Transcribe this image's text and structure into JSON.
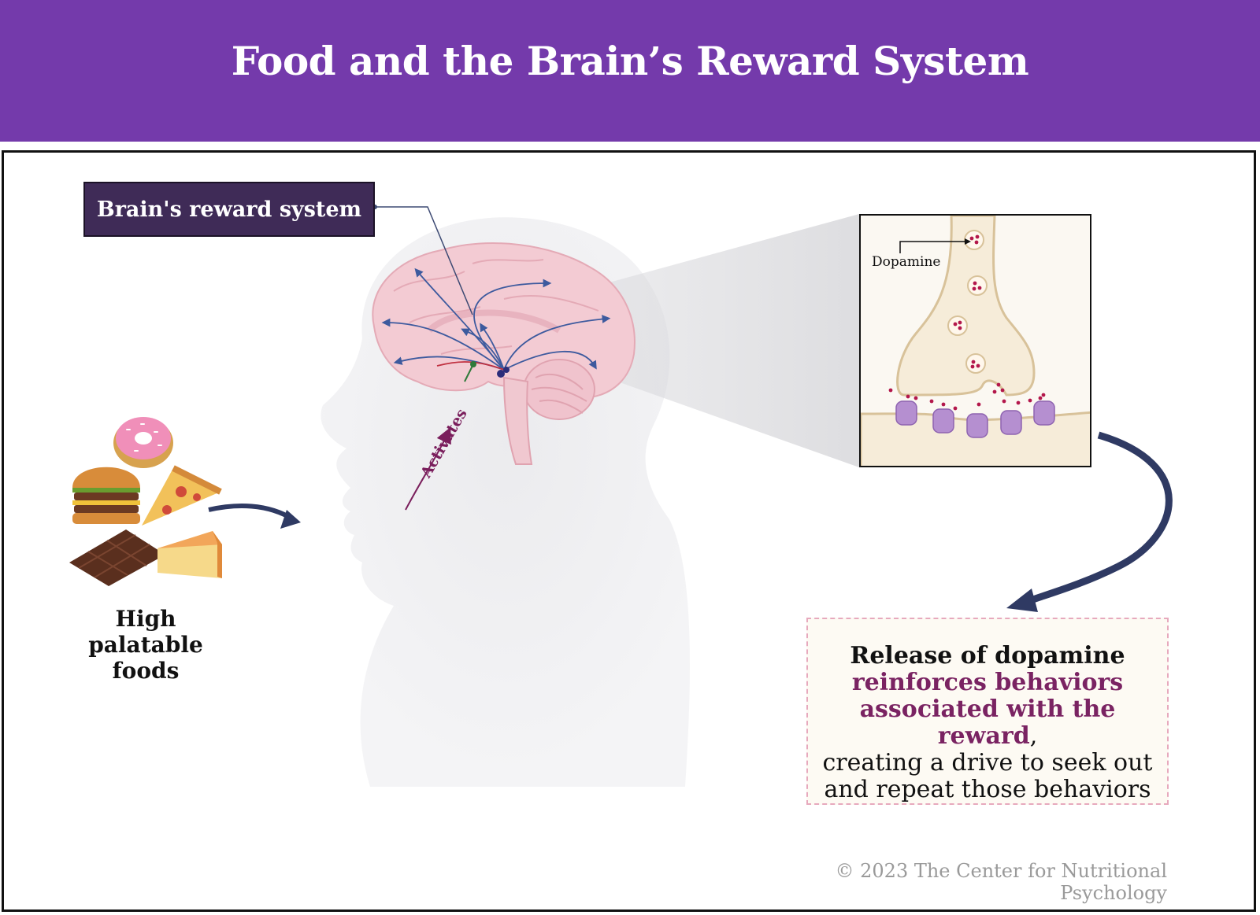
{
  "header": {
    "title": "Food and the Brain’s Reward System"
  },
  "brain_label": "Brain's reward system",
  "food": {
    "label_line1": "High palatable",
    "label_line2": "foods"
  },
  "activates_label": "Activates",
  "zoom": {
    "dopamine_label": "Dopamine"
  },
  "result": {
    "line1": "Release of dopamine",
    "highlight_line1": "reinforces behaviors",
    "highlight_line2": "associated with the reward",
    "comma": ",",
    "rest_line1": "creating a drive to seek out",
    "rest_line2": "and repeat those behaviors"
  },
  "copyright": "© 2023 The Center for Nutritional Psychology",
  "colors": {
    "header_bg": "#743aab",
    "label_bg": "#3f2b57",
    "arrow": "#2f3a63",
    "highlight": "#7a2362",
    "brain": "#f3cbd3",
    "receptor": "#b58fd0"
  }
}
